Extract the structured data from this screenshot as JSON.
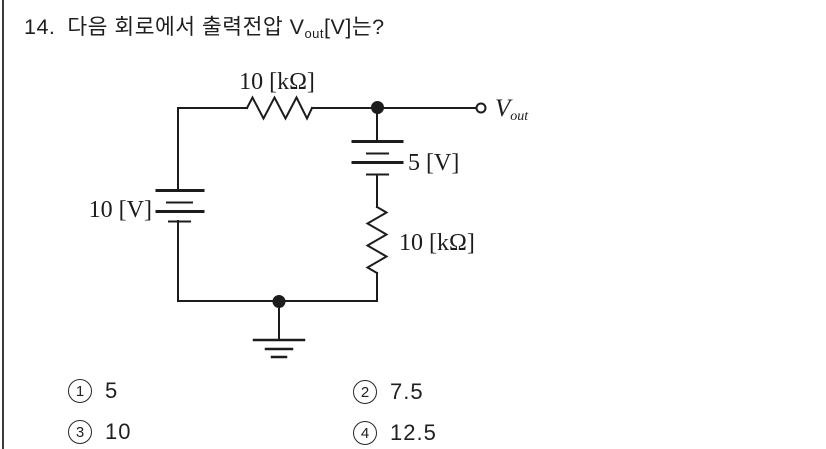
{
  "question": {
    "number": "14.",
    "text_before_v": "다음 회로에서 출력전압 V",
    "v_subscript": "out",
    "text_after_v": "[V]는?"
  },
  "circuit": {
    "top_resistor_label": "10 [kΩ]",
    "left_battery_label": "10 [V]",
    "right_battery_label": "5 [V]",
    "right_resistor_label": "10 [kΩ]",
    "output_label": "V",
    "output_subscript": "out"
  },
  "choices": [
    {
      "marker": "1",
      "value": "5"
    },
    {
      "marker": "2",
      "value": "7.5"
    },
    {
      "marker": "3",
      "value": "10"
    },
    {
      "marker": "4",
      "value": "12.5"
    }
  ],
  "colors": {
    "ink": "#1c1c1c",
    "background": "#ffffff",
    "border": "#3c3c3c"
  }
}
